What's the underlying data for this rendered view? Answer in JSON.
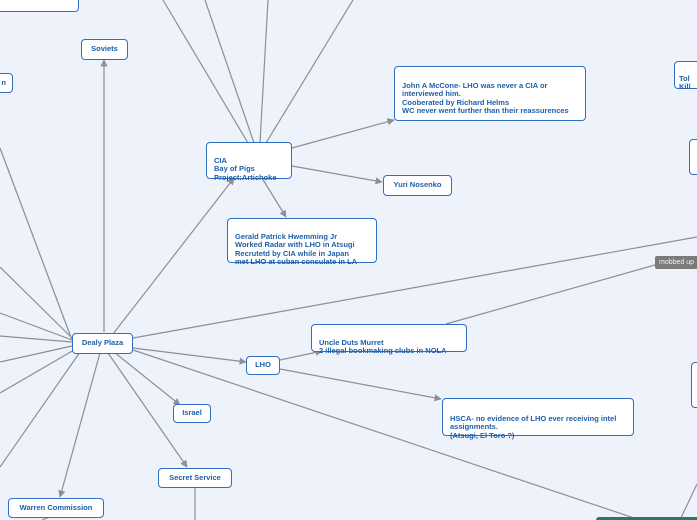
{
  "nodes": {
    "dealy_plaza": "Dealy Plaza",
    "soviets": "Soviets",
    "cia": "CIA\nBay of Pigs\nProject:Artichoke",
    "mccone": "John A McCone- LHO was never a CIA or interviewed him.\nCooberated by Richard Helms\nWC never went further than their reassurences",
    "nosenko": "Yuri Nosenko",
    "hwemming": "Gerald Patrick Hwemming Jr\nWorked Radar with LHO in Atsugi\nRecrutetd by CIA while in Japan\nmet LHO at cuban consulate in LA",
    "murret": "Uncle Duts Murret\n2 illegal bookmaking clubs in NOLA",
    "lho": "LHO",
    "hsca": "HSCA- no evidence of LHO ever receiving intel assignments.\n(Atsugi, El Toro ?)",
    "israel": "Israel",
    "secret_service": "Secret Service",
    "warren": "Warren Commission",
    "partial_left": "n",
    "partial_right": "Tol\nKill"
  },
  "edge_label": "mobbed up"
}
